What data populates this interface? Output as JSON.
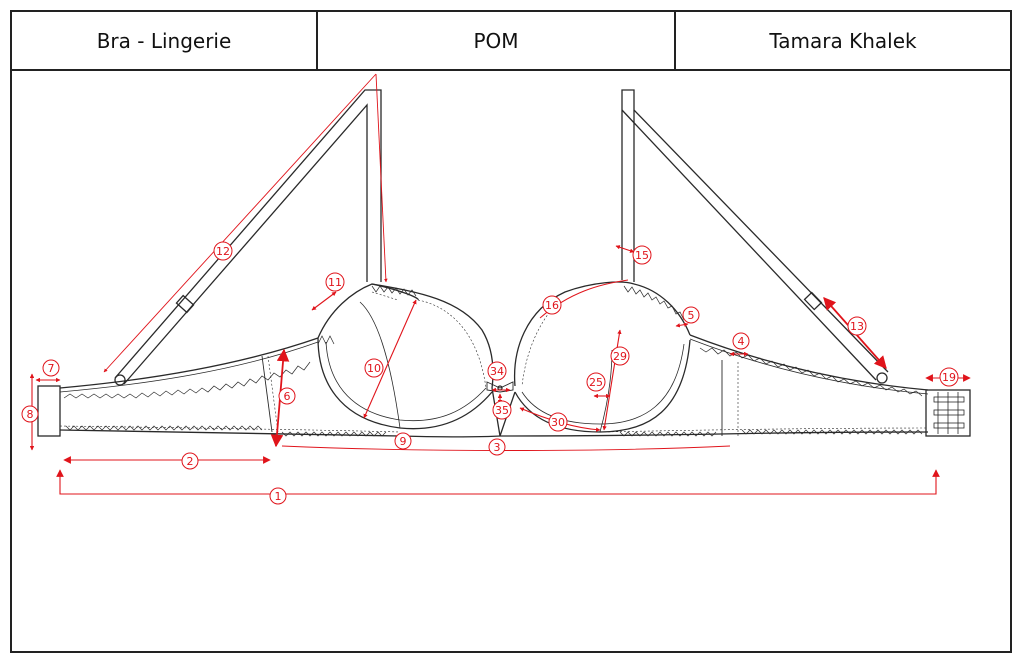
{
  "header": {
    "category": "Bra - Lingerie",
    "sheet_type": "POM",
    "designer": "Tamara Khalek"
  },
  "colors": {
    "measure": "#e0141b",
    "line": "#2a2a2a"
  },
  "callouts": [
    "1",
    "2",
    "3",
    "4",
    "5",
    "6",
    "7",
    "8",
    "9",
    "10",
    "11",
    "12",
    "13",
    "15",
    "16",
    "19",
    "25",
    "29",
    "30",
    "34",
    "35"
  ]
}
